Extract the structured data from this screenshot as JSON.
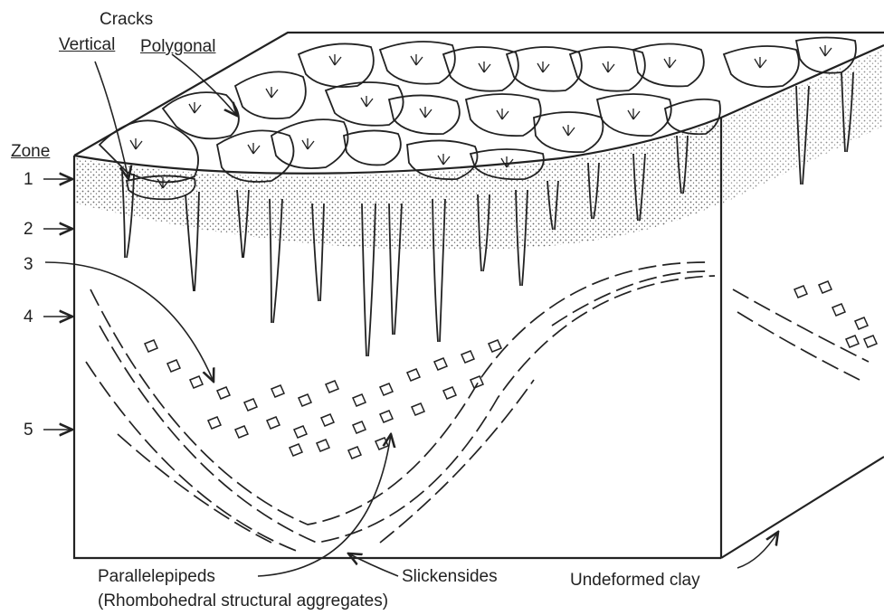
{
  "labels": {
    "cracks": "Cracks",
    "vertical": "Vertical",
    "polygonal": "Polygonal",
    "zone": "Zone",
    "zones": [
      "1",
      "2",
      "3",
      "4",
      "5"
    ],
    "parallelepipeds": "Parallelepipeds",
    "rhombohedral": "(Rhombohedral structural aggregates)",
    "slickensides": "Slickensides",
    "undeformed_clay": "Undeformed clay"
  },
  "colors": {
    "ink": "#222222",
    "background": "#ffffff"
  }
}
